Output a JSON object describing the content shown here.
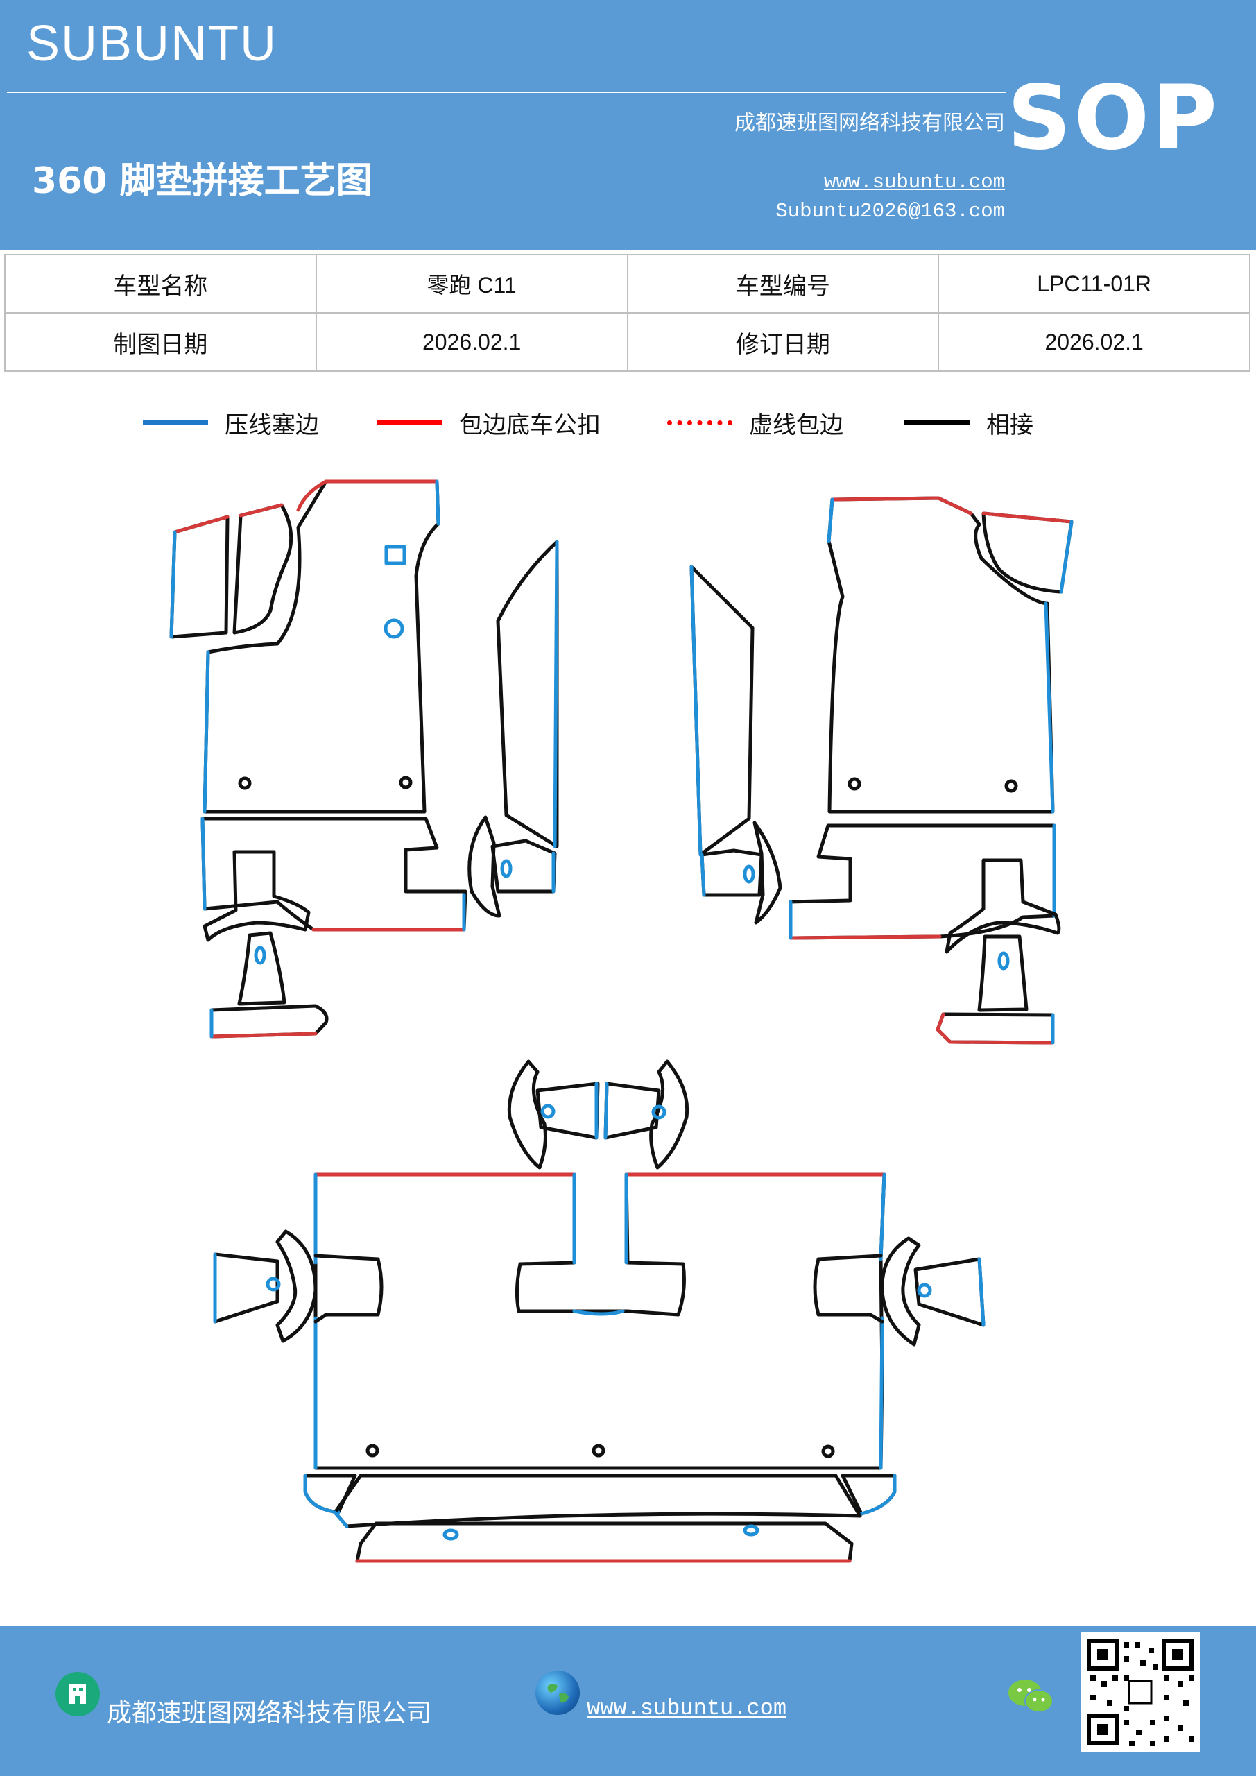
{
  "header": {
    "brand": "SUBUNTU",
    "sop": "SOP",
    "title": "360 脚垫拼接工艺图",
    "company": "成都速班图网络科技有限公司",
    "url": "www.subuntu.com",
    "email": "Subuntu2026@163.com"
  },
  "info_table": {
    "row1": {
      "label_a": "车型名称",
      "value_a": "零跑 C11",
      "label_b": "车型编号",
      "value_b": "LPC11-01R"
    },
    "row2": {
      "label_a": "制图日期",
      "value_a": "2026.02.1",
      "label_b": "修订日期",
      "value_b": "2026.02.1"
    }
  },
  "legend": [
    {
      "label": "压线塞边",
      "color": "#1f78c8",
      "style": "solid"
    },
    {
      "label": "包边底车公扣",
      "color": "#ff0000",
      "style": "solid"
    },
    {
      "label": "虚线包边",
      "color": "#ff0000",
      "style": "dotted"
    },
    {
      "label": "相接",
      "color": "#000000",
      "style": "solid"
    }
  ],
  "colors": {
    "header_bg": "#5b9bd5",
    "blue_edge": "#1f8fd8",
    "red_edge": "#d43a3a",
    "black_edge": "#111111"
  },
  "footer": {
    "company": "成都速班图网络科技有限公司",
    "url": "www.subuntu.com",
    "icons": [
      "building-icon",
      "globe-icon",
      "wechat-icon",
      "qr-code"
    ]
  }
}
